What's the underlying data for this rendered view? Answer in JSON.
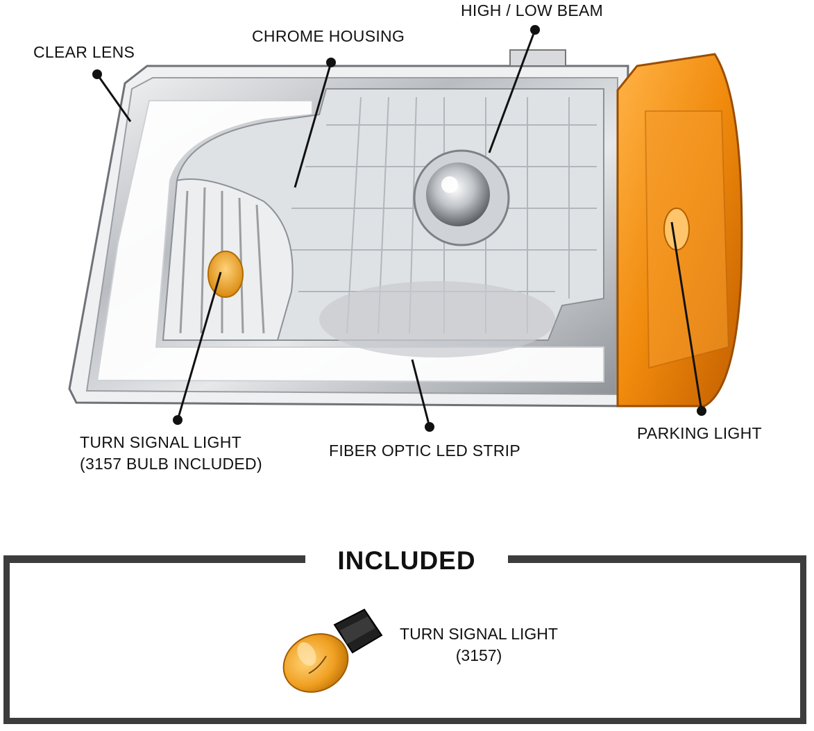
{
  "callouts": {
    "clear_lens": "CLEAR LENS",
    "chrome_housing": "CHROME HOUSING",
    "high_low_beam": "HIGH / LOW BEAM",
    "turn_signal_line1": "TURN SIGNAL LIGHT",
    "turn_signal_line2": "(3157 BULB INCLUDED)",
    "fiber_optic": "FIBER OPTIC LED STRIP",
    "parking_light": "PARKING LIGHT"
  },
  "included": {
    "title": "INCLUDED",
    "caption_line1": "TURN SIGNAL LIGHT",
    "caption_line2": "(3157)"
  },
  "colors": {
    "amber": "#f08a0c",
    "chrome": "#c9ccd0",
    "frame": "#3d3d3d"
  }
}
